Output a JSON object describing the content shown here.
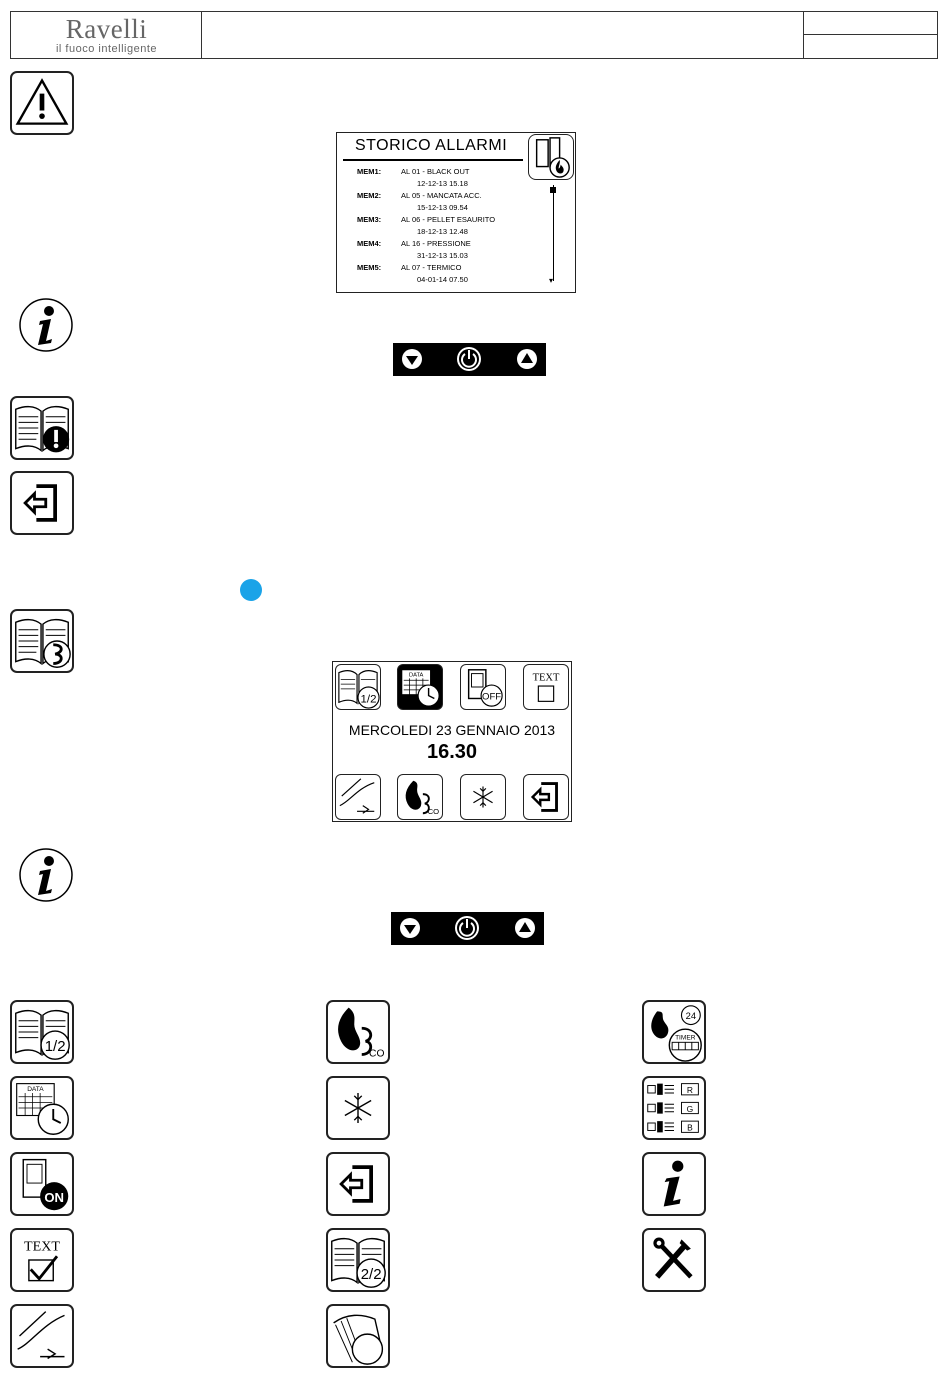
{
  "header": {
    "brand": "Ravelli",
    "tagline": "il fuoco intelligente"
  },
  "alarm_screen": {
    "title": "STORICO ALLARMI",
    "entries": [
      {
        "label": "MEM1:",
        "alarm": "AL 01 - BLACK OUT",
        "datetime": "12-12-13  15.18"
      },
      {
        "label": "MEM2:",
        "alarm": "AL 05 - MANCATA ACC.",
        "datetime": "15-12-13  09.54"
      },
      {
        "label": "MEM3:",
        "alarm": "AL 06 - PELLET ESAURITO",
        "datetime": "18-12-13  12.48"
      },
      {
        "label": "MEM4:",
        "alarm": "AL 16 - PRESSIONE",
        "datetime": "31-12-13  15.03"
      },
      {
        "label": "MEM5:",
        "alarm": "AL 07 - TERMICO",
        "datetime": "04-01-14  07.50"
      }
    ]
  },
  "main_screen": {
    "date": "MERCOLEDI 23 GENNAIO 2013",
    "time": "16.30",
    "top_icons": [
      "menu-page-1-2-icon",
      "date-time-icon",
      "stove-off-icon",
      "text-checkbox-icon"
    ],
    "page_label": "1/2",
    "off_label": "OFF",
    "text_label": "TEXT",
    "data_label": "DATA",
    "eco_label": "CO"
  },
  "legend": {
    "page1": "1/2",
    "page2": "2/2",
    "on_label": "ON",
    "timer_label": "TIMER",
    "timer_hours": "24",
    "rgb": [
      "R",
      "G",
      "B"
    ]
  },
  "colors": {
    "accent_dot": "#1aa3e8",
    "keys_bg": "#000000"
  }
}
